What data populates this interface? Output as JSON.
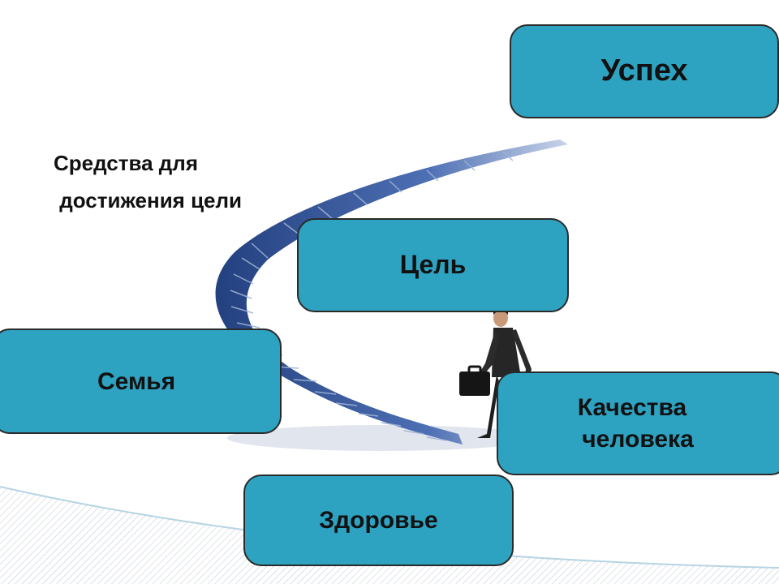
{
  "caption": {
    "line1": "Средства для",
    "line2": " достижения цели"
  },
  "boxes": {
    "uspekh": "Успех",
    "tsel": "Цель",
    "semya": "Семья",
    "kachestva_line1": "Качества",
    "kachestva_line2": "человека",
    "zdorovye": "Здоровье"
  },
  "colors": {
    "box_fill": "#2ea3c1",
    "box_border": "#2a2a2a",
    "stair": "#2c4f96"
  }
}
